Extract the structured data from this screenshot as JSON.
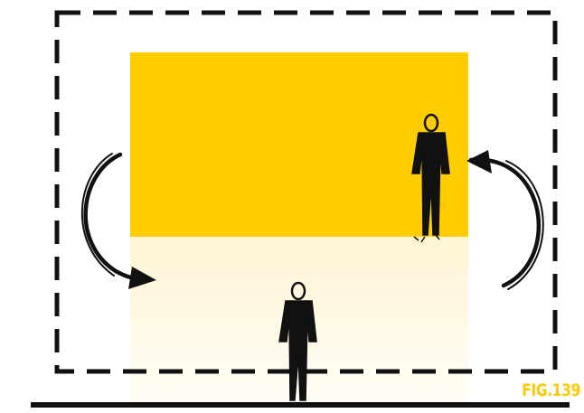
{
  "figure": {
    "label": "FIG.139"
  },
  "colors": {
    "panel_upper": "#ffcc00",
    "panel_lower": "#fff6dc",
    "ink": "#111111",
    "label": "#ffc800"
  },
  "elements": {
    "outer_frame": "dashed-rectangle",
    "upper_panel": "solid-yellow-rectangle",
    "lower_panel": "pale-yellow-gradient-rectangle",
    "left_arrow": "curved-arrow-icon",
    "right_arrow": "curved-arrow-icon",
    "figure_upper": "sketched-person-icon",
    "figure_lower": "sketched-person-icon",
    "ground": "ground-line"
  }
}
